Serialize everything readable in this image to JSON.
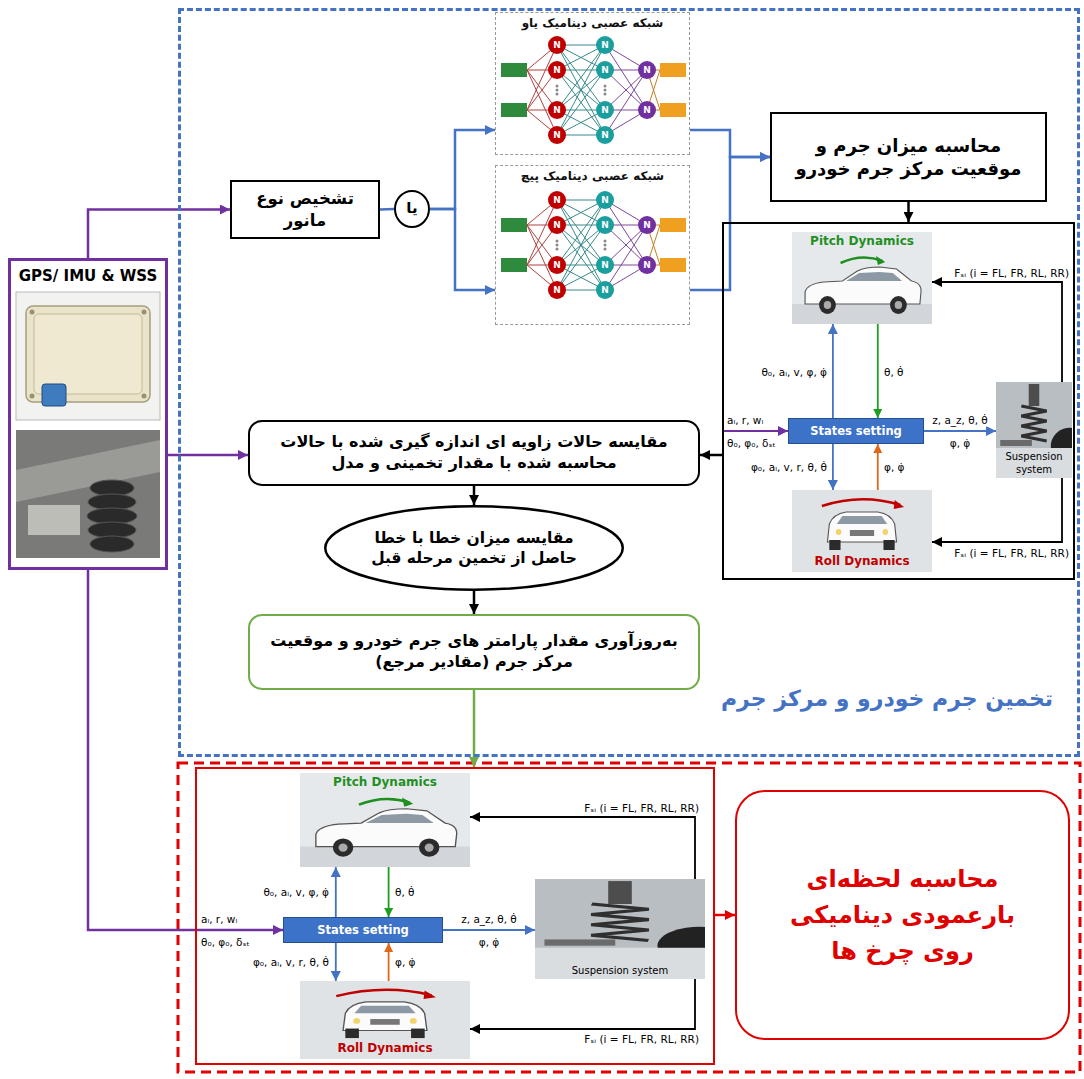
{
  "diagram": {
    "nodes": [
      {
        "text": [
          "تخمین جرم خودرو و مرکز جرم"
        ]
      },
      {
        "text": [
          "شبکه عصبی دینامیک یاو"
        ],
        "in": 0
      },
      {
        "text": [
          "تشخیص نوع مانور"
        ],
        "in": 0
      },
      {
        "text": [
          "یا"
        ],
        "in": 0
      },
      {
        "text": [
          "شبکه عصبی دینامیک پیچ"
        ],
        "in": 0
      },
      {
        "text": [
          "محاسبه میزان جرم و موقعیت مرکز جرم خودرو"
        ],
        "in": 0
      },
      {
        "text": [
          "GPS/ IMU & WSS"
        ]
      },
      {
        "text": [
          "مقایسه حالات زاویه ای اندازه گیری شده با حالات محاسبه شده با مقدار تخمینی و مدل"
        ],
        "in": 0
      },
      {
        "text": [],
        "in": 0
      },
      {
        "text": [
          "Pitch Dynamics"
        ],
        "in": 8
      },
      {
        "text": [
          "States setting"
        ],
        "in": 8
      },
      {
        "text": [
          "Suspension system"
        ],
        "in": 8
      },
      {
        "text": [
          "Roll Dynamics"
        ],
        "in": 8
      },
      {
        "text": [
          "مقایسه میزان خطا با خطا حاصل از تخمین مرحله قبل"
        ],
        "in": 0
      },
      {
        "text": [
          "به‌روزآوری مقدار پارامتر های جرم خودرو و موقعیت مرکز جرم (مقادیر مرجع)"
        ],
        "in": 0
      },
      {
        "text": []
      },
      {
        "text": [
          "Pitch Dynamics"
        ],
        "in": 15
      },
      {
        "text": [
          "States setting"
        ],
        "in": 15
      },
      {
        "text": [
          "Suspension system"
        ],
        "in": 15
      },
      {
        "text": [
          "Roll Dynamics"
        ],
        "in": 15
      },
      {
        "text": [
          "محاسبه لحظه‌ای بارعمودی دینامیکی روی چرخ ها"
        ]
      }
    ],
    "edges": [
      {
        "from": 6,
        "to": 2,
        "arrow": "to"
      },
      {
        "from": 2,
        "to": 3,
        "arrow": "none"
      },
      {
        "from": 3,
        "to": 1,
        "arrow": "to"
      },
      {
        "from": 3,
        "to": 4,
        "arrow": "to"
      },
      {
        "from": 1,
        "to": 5,
        "arrow": "to"
      },
      {
        "from": 4,
        "to": 5,
        "arrow": "to"
      },
      {
        "from": 5,
        "to": 8,
        "arrow": "to"
      },
      {
        "from": 8,
        "to": 7,
        "arrow": "to"
      },
      {
        "from": 6,
        "to": 7,
        "arrow": "to"
      },
      {
        "from": 7,
        "to": 13,
        "arrow": "to"
      },
      {
        "from": 13,
        "to": 14,
        "arrow": "to"
      },
      {
        "from": 14,
        "to": 15,
        "arrow": "to"
      },
      {
        "from": 10,
        "to": 9,
        "arrow": "to",
        "label": "θ₀, aₗ, v, φ, φ̇"
      },
      {
        "from": 9,
        "to": 10,
        "arrow": "to",
        "label": "θ, θ̇"
      },
      {
        "from": 10,
        "to": 11,
        "arrow": "to",
        "label": "z, a_z, θ, θ̇"
      },
      {
        "from": 10,
        "to": 12,
        "arrow": "to",
        "label": "φ₀, aₗ, v, r, θ, θ̇"
      },
      {
        "from": 12,
        "to": 10,
        "arrow": "to",
        "label": "φ, φ̇"
      },
      {
        "from": 11,
        "to": 9,
        "arrow": "to",
        "label": "Fₛᵢ (i = FL, FR, RL, RR)"
      },
      {
        "from": 11,
        "to": 12,
        "arrow": "to",
        "label": "Fₛᵢ (i = FL, FR, RL, RR)"
      },
      {
        "from": 17,
        "to": 16,
        "arrow": "to",
        "label": "θ₀, aₗ, v, φ, φ̇"
      },
      {
        "from": 16,
        "to": 17,
        "arrow": "to",
        "label": "θ, θ̇"
      },
      {
        "from": 17,
        "to": 18,
        "arrow": "to",
        "label": "z, a_z, θ, θ̇"
      },
      {
        "from": 17,
        "to": 19,
        "arrow": "to",
        "label": "φ₀, aₗ, v, r, θ, θ̇"
      },
      {
        "from": 19,
        "to": 17,
        "arrow": "to",
        "label": "φ, φ̇"
      },
      {
        "from": 18,
        "to": 16,
        "arrow": "to",
        "label": "Fₛᵢ (i = FL, FR, RL, RR)"
      },
      {
        "from": 18,
        "to": 19,
        "arrow": "to",
        "label": "Fₛᵢ (i = FL, FR, RL, RR)"
      },
      {
        "from": 6,
        "to": 17,
        "arrow": "to"
      },
      {
        "from": 15,
        "to": 20,
        "arrow": "to"
      }
    ],
    "labels": [
      "aₗ, r, wₗ",
      "θ₀, φ₀, δₛₜ",
      "φ, φ̇",
      "aₗ, r, wₗ",
      "θ₀, φ₀, δₛₜ",
      "φ, φ̇",
      "N",
      "N",
      "N",
      "N",
      "N",
      "N",
      "N",
      "N",
      "N",
      "N",
      "N",
      "N",
      "N",
      "N",
      "N",
      "N",
      "N",
      "N",
      "N",
      "N"
    ]
  }
}
